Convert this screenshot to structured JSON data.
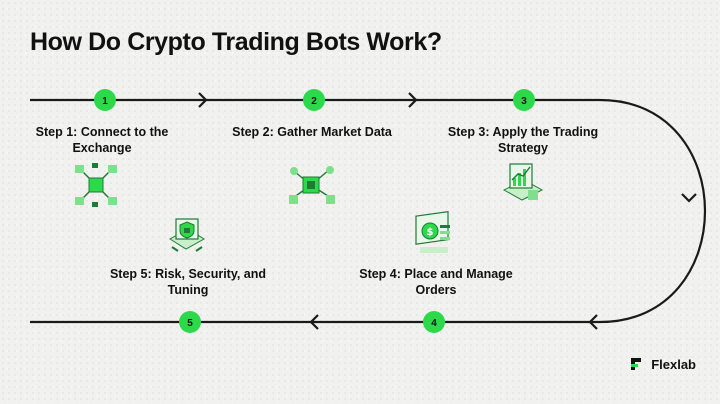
{
  "title": "How Do Crypto Trading Bots Work?",
  "steps": [
    {
      "number": "1",
      "label": "Step 1: Connect to the Exchange",
      "icon": "exchange-network-icon"
    },
    {
      "number": "2",
      "label": "Step 2: Gather Market Data",
      "icon": "market-data-chip-icon"
    },
    {
      "number": "3",
      "label": "Step 3: Apply the Trading Strategy",
      "icon": "strategy-chart-icon"
    },
    {
      "number": "4",
      "label": "Step 4: Place and Manage Orders",
      "icon": "orders-dashboard-icon"
    },
    {
      "number": "5",
      "label": "Step 5: Risk, Security, and Tuning",
      "icon": "security-tuning-icon"
    }
  ],
  "brand": {
    "name": "Flexlab",
    "logo_icon": "flexlab-logo-icon"
  },
  "colors": {
    "accent": "#2bd94a",
    "line": "#1a1a1a",
    "background": "#f1f1f0",
    "icon_dark": "#1f7a35"
  }
}
